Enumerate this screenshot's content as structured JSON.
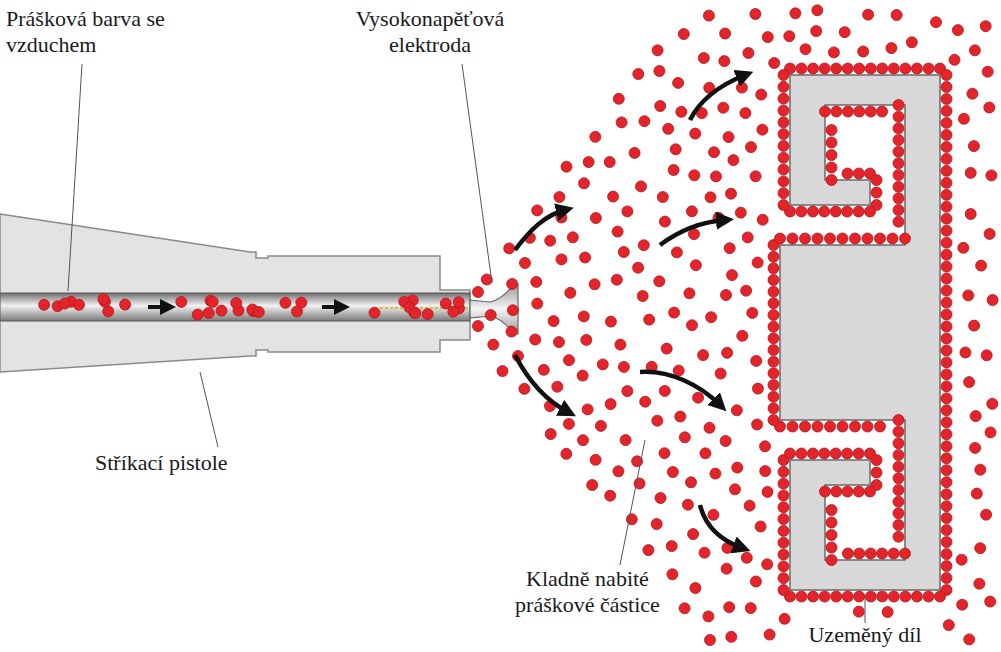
{
  "diagram": {
    "labels": [
      "Prášková barva se vzduchem",
      "Vysokonapěťová elektroda",
      "Stříkací pistole",
      "Kladně nabité práškové částice",
      "Uzeměný díl"
    ]
  }
}
